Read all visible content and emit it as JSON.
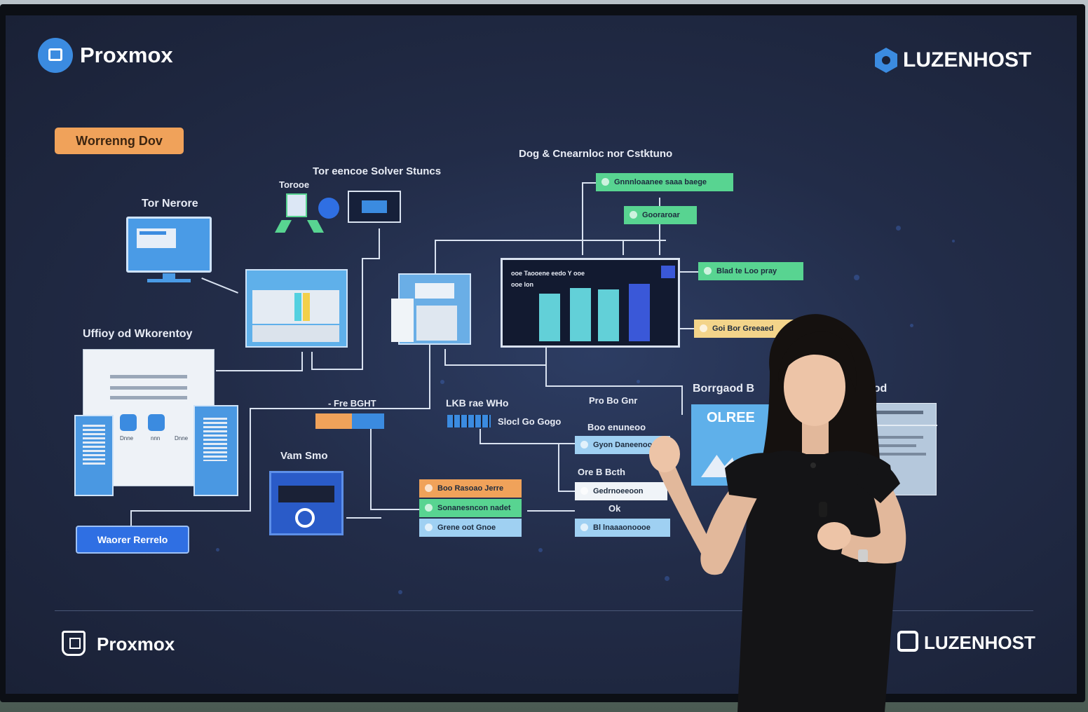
{
  "screen": {
    "top_left_logo": "Proxmox",
    "top_right_logo": "LUZENHOST",
    "bottom_left_logo": "Proxmox",
    "bottom_right_logo": "LUZENHOST",
    "badge": "Worrenng Dov"
  },
  "diagram": {
    "title_top_center": "Tor eencoe Solver Stuncs",
    "sub_label_left": "Torooe",
    "title_right": "Dog & Cnearnloc nor Cstktuno",
    "tor_label": "Tor Nerore",
    "ufficy_label": "Uffioy od Wkorentoy",
    "pill_label_mid": "- Fre BGHT",
    "lkr_label": "LKB rae WHo",
    "stacked_label": "Slocl Go Gogo",
    "pro_label": "Pro Bo Gnr",
    "eoo_label": "Boo enuneoo",
    "ore_label": "Ore B Bcth",
    "ok_label": "Ok",
    "vam_label": "Vam Smo",
    "bottom_button": "Waorer Rerrelo",
    "bonpood_label": "Borrgaod B",
    "bonpood_suffix": "pod",
    "panel_word": "OLREE",
    "right_pills": [
      "Gnnnloaanee saaa baege",
      "Gooraroar",
      "Blad te Loo pray",
      "Goi Bor Greeaed"
    ],
    "mid_pills": [
      "Gyon Daneenoo",
      "Gedrnoeeoon"
    ],
    "bottom_pills": [
      "Boo Rasoao Jerre",
      "Sonanesncon nadet",
      "Grene oot Gnoe",
      "Bl lnaaaonoooe"
    ],
    "chart_heading_1": "ooe Taooene eedo Y ooe",
    "chart_heading_2": "ooe lon",
    "server_labels": [
      "Dnne",
      "nnn",
      "Dnne"
    ]
  },
  "colors": {
    "screen_bg": "#222c48",
    "badge_bg": "#f0a25a",
    "accent_blue": "#3b8be0",
    "green_pill": "#58d491",
    "orange_pill": "#f0a25a",
    "light_blue_pill": "#9fd0f2",
    "yellow_pill": "#f3d48a"
  }
}
